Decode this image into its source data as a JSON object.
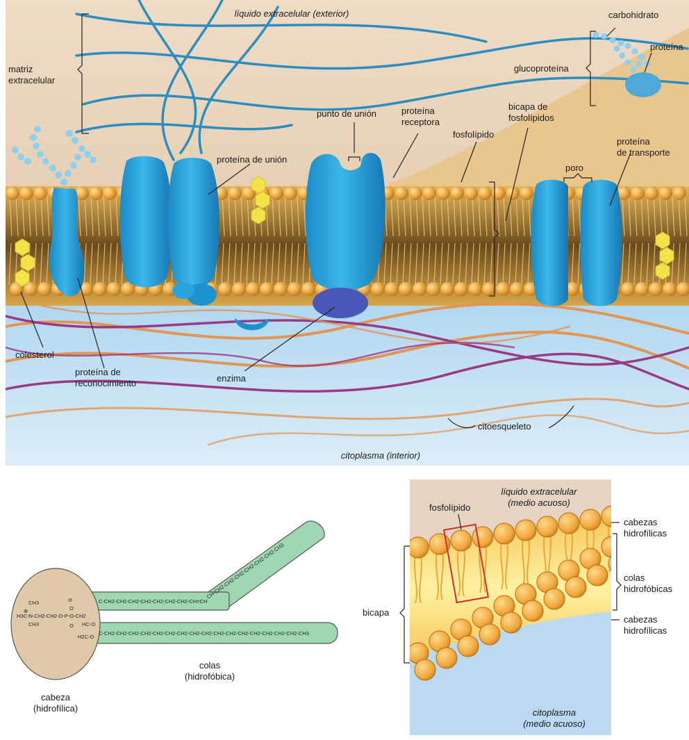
{
  "colors": {
    "extracellular": "#ecd9c2",
    "cytoplasm": "#cfe7f5",
    "protein": "#2ba8dc",
    "protein_dark": "#1a7fb8",
    "enzyme": "#4a56b8",
    "matrix_fiber": "#2a8fc0",
    "phospholipid_head": "#e2a13a",
    "tail": "#c98a25",
    "cholesterol": "#f4e24a",
    "cytoskeleton_orange": "#e39552",
    "cytoskeleton_purple": "#9a3a85",
    "carbohydrate": "#8fd0f2",
    "tail_green": "#9fd7b2",
    "head_tan": "#e0c9a9",
    "selection_box": "#d62b2b"
  },
  "top_figure": {
    "labels": {
      "exterior": "líquido extracelular (exterior)",
      "matrix": [
        "matriz",
        "extracelular"
      ],
      "carbohydrate": "carbohidrato",
      "protein": "proteína",
      "glycoprotein": "glucoproteína",
      "junction_point": "punto de unión",
      "receptor_protein": [
        "proteína",
        "receptora"
      ],
      "bilayer": [
        "bicapa de",
        "fosfolípidos"
      ],
      "phospholipid": "fosfolípido",
      "transport_protein": [
        "proteína",
        "de transporte"
      ],
      "pore": "poro",
      "junction_protein": "proteína de unión",
      "cholesterol": "colesterol",
      "recognition_protein": [
        "proteína de",
        "reconocimiento"
      ],
      "enzyme": "enzima",
      "cytoskeleton": "citoesqueleto",
      "interior": "citoplasma (interior)"
    }
  },
  "molecule_figure": {
    "head_label": [
      "cabeza",
      "(hidrofílica)"
    ],
    "tails_label": [
      "colas",
      "(hidrofóbica)"
    ],
    "head_formula": {
      "ch3_top": "CH3",
      "ch3_mid": "H3C-N-CH2-CH2-O-P-O-CH2",
      "ch3_bot": "CH3",
      "charge_pos": "⊕",
      "charge_neg": "⊖",
      "o_top": "O",
      "o_bot": "O",
      "hc": "HC-O",
      "h2c": "H2C-O"
    },
    "upper_tail": "C-CH2-CH2-CH2-CH2-CH2-CH2-CH2-CH=CH",
    "upper_tail_bent": "CH-CH2-CH2-CH2-CH2-CH2-CH2-CH3",
    "lower_tail": "C-CH2-CH2-CH2-CH2-CH2-CH2-CH2-CH2-CH2-CH2-CH2-CH2-CH2-CH2-CH2-CH2-CH3"
  },
  "bilayer_figure": {
    "top_medium": [
      "líquido extracelular",
      "(medio acuoso)"
    ],
    "bottom_medium": [
      "citoplasma",
      "(medio acuoso)"
    ],
    "phospholipid": "fosfolípido",
    "heads_top": [
      "cabezas",
      "hidrofílicas"
    ],
    "tails": [
      "colas",
      "hidrofóbicas"
    ],
    "heads_bottom": [
      "cabezas",
      "hidrofílicas"
    ],
    "bilayer": "bicapa"
  }
}
